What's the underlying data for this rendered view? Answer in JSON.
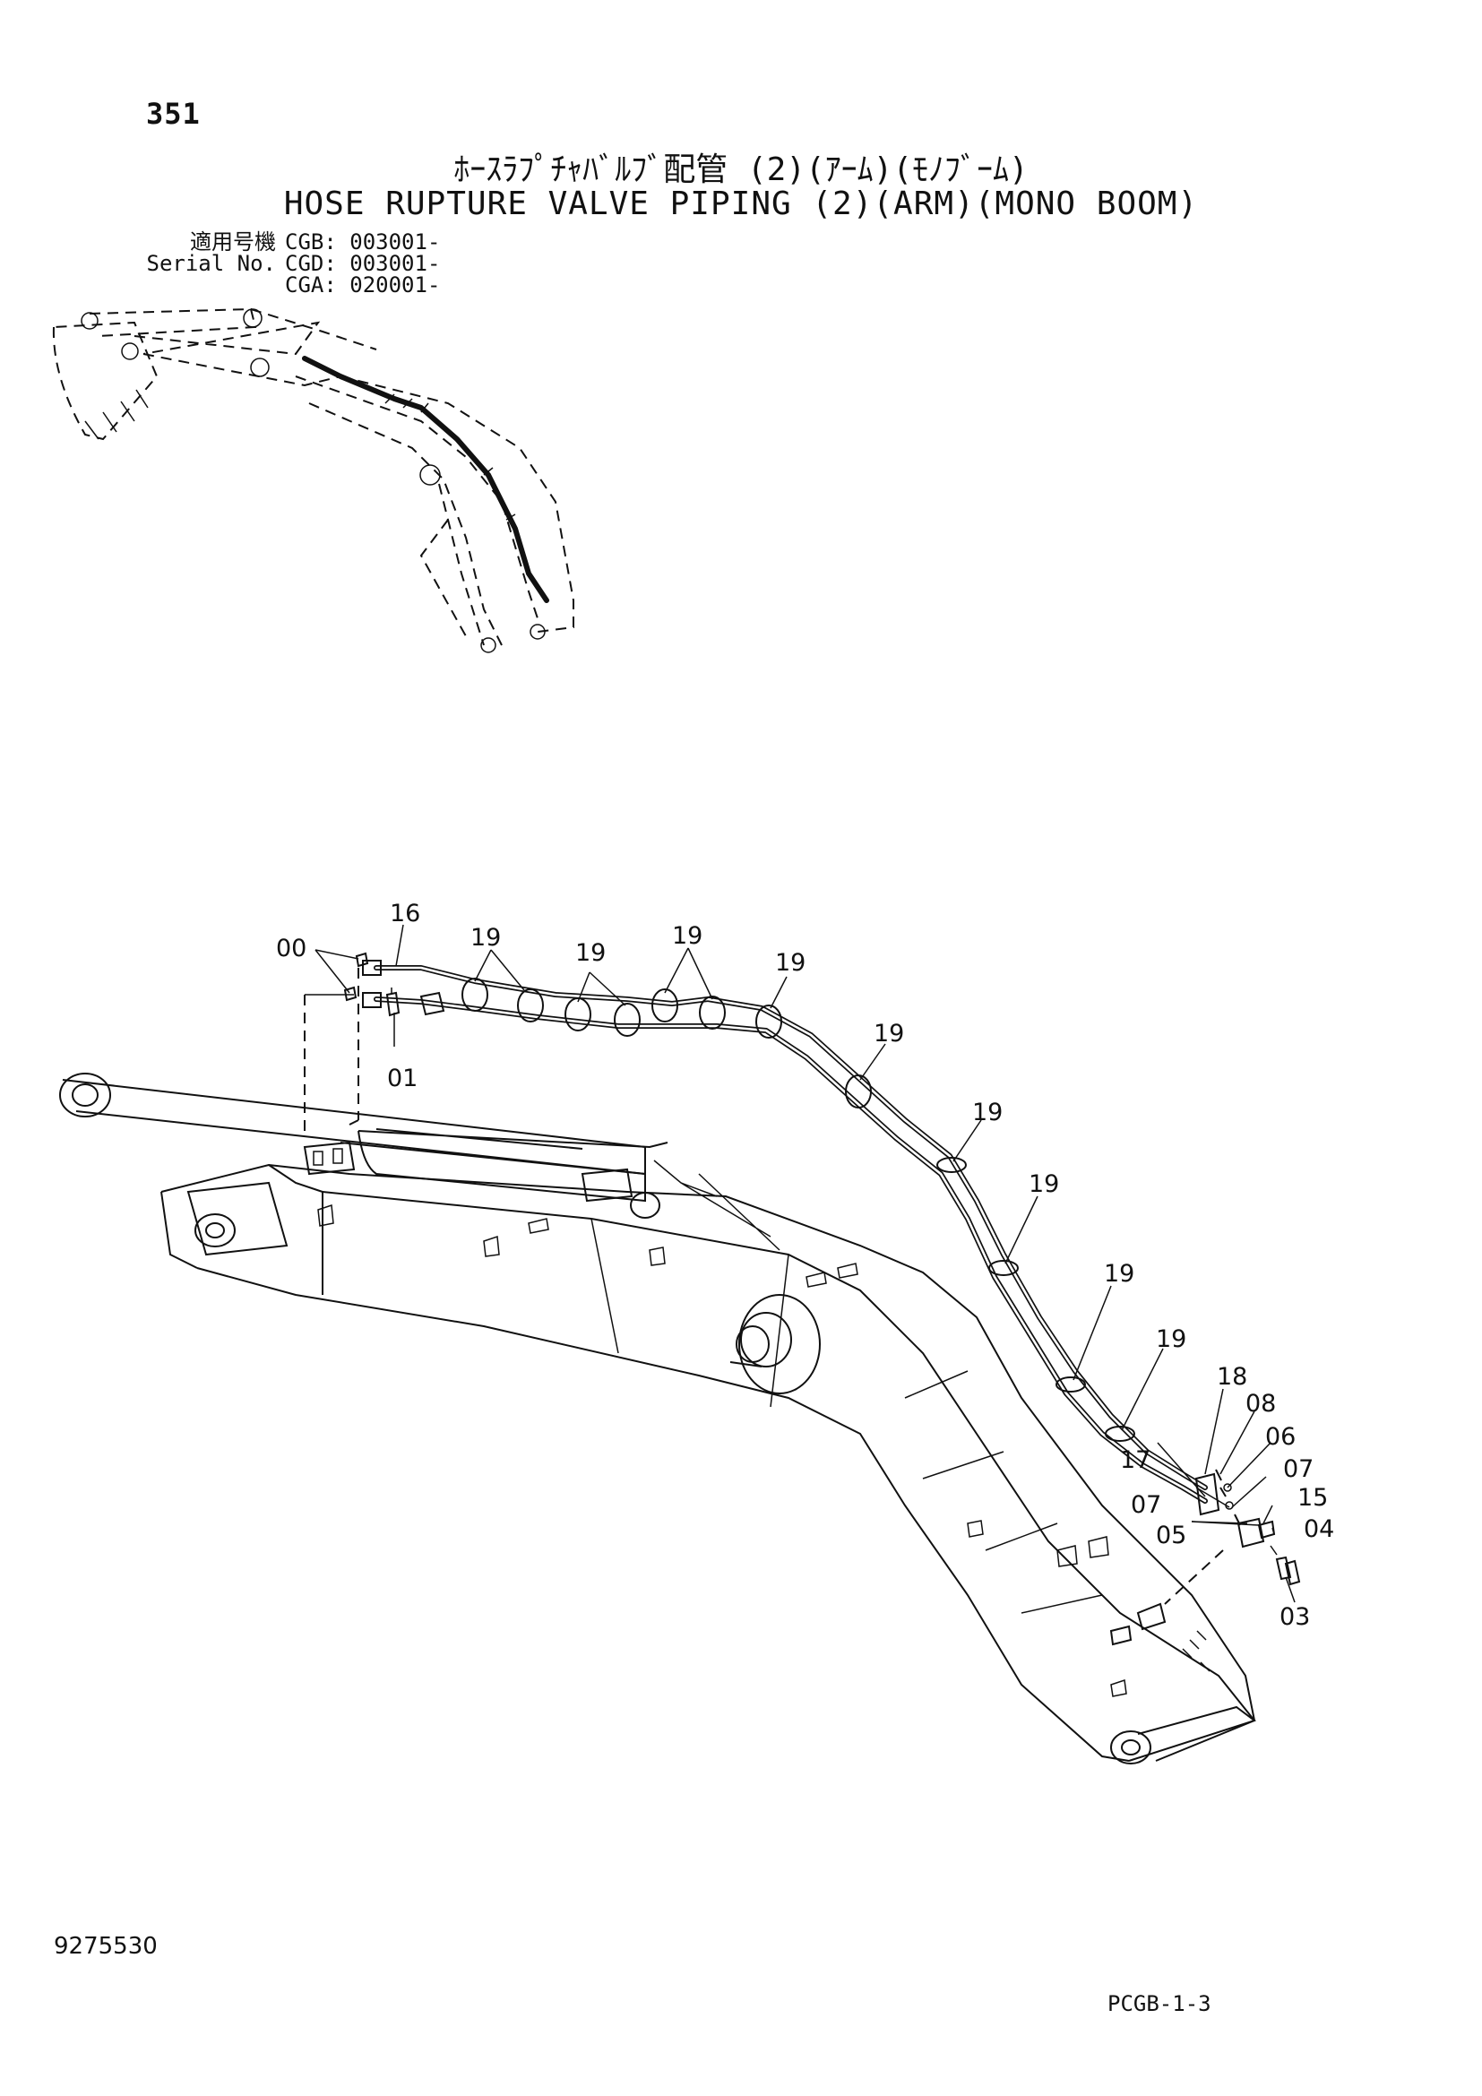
{
  "header": {
    "page_number": "351",
    "title_jp": "ﾎｰｽﾗﾌﾟﾁｬﾊﾞﾙﾌﾞ配管 (2)(ｱｰﾑ)(ﾓﾉﾌﾞｰﾑ)",
    "title_en": "HOSE RUPTURE VALVE PIPING (2)(ARM)(MONO BOOM)"
  },
  "serial": {
    "label_jp": "適用号機",
    "label_en": "Serial No.",
    "codes": [
      "CGB: 003001-",
      "CGD: 003001-",
      "CGA: 020001-"
    ]
  },
  "callouts": {
    "c00": "00",
    "c01": "01",
    "c03": "03",
    "c04": "04",
    "c05": "05",
    "c06": "06",
    "c07": "07",
    "c08": "08",
    "c15": "15",
    "c16": "16",
    "c17": "17",
    "c18": "18",
    "c19": "19"
  },
  "footer": {
    "doc_number": "9275530",
    "page_code": "PCGB-1-3"
  }
}
